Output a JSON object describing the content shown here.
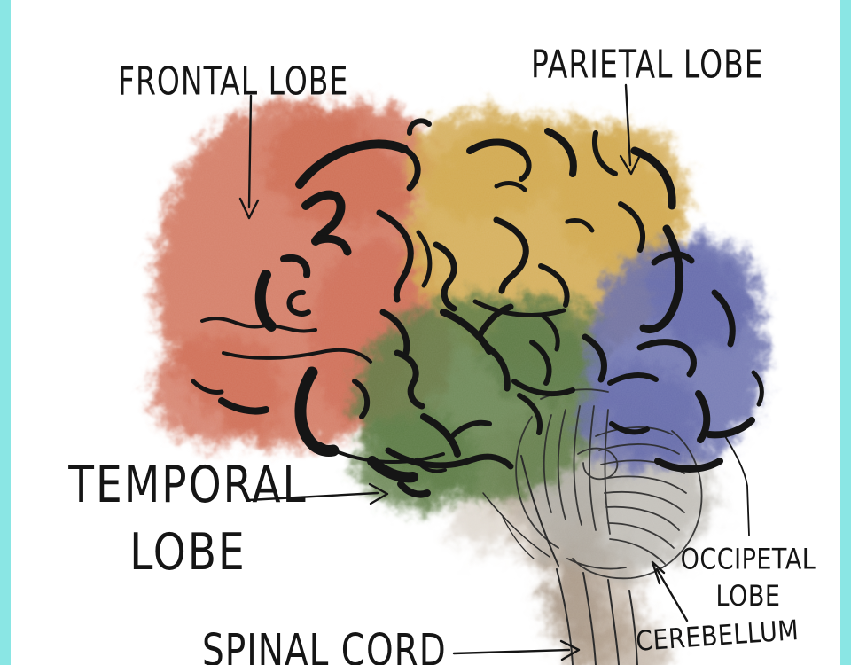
{
  "diagram": {
    "title": "Hand-drawn brain anatomy diagram",
    "labels": {
      "frontal_lobe": "FRONTAL LOBE",
      "parietal_lobe": "PARIETAL LOBE",
      "temporal_lobe_line1": "TEMPORAL",
      "temporal_lobe_line2": "LOBE",
      "occipital_lobe_line1": "OCCIPETAL",
      "occipital_lobe_line2": "LOBE",
      "cerebellum": "CEREBELLUM",
      "spinal_cord": "SPINAL CORD"
    },
    "colors": {
      "background": "#ffffff",
      "border": "#8ae6e4",
      "ink": "#151515",
      "frontal_lobe": "#cf6f57",
      "parietal_lobe": "#d2a950",
      "temporal_lobe": "#5d7b45",
      "occipital_lobe": "#666cab",
      "brainstem": "#a08b75",
      "brainstem_dark": "#8a7660",
      "cerebellum": "#b3afa8",
      "fine_line": "#2b2b2b"
    }
  }
}
